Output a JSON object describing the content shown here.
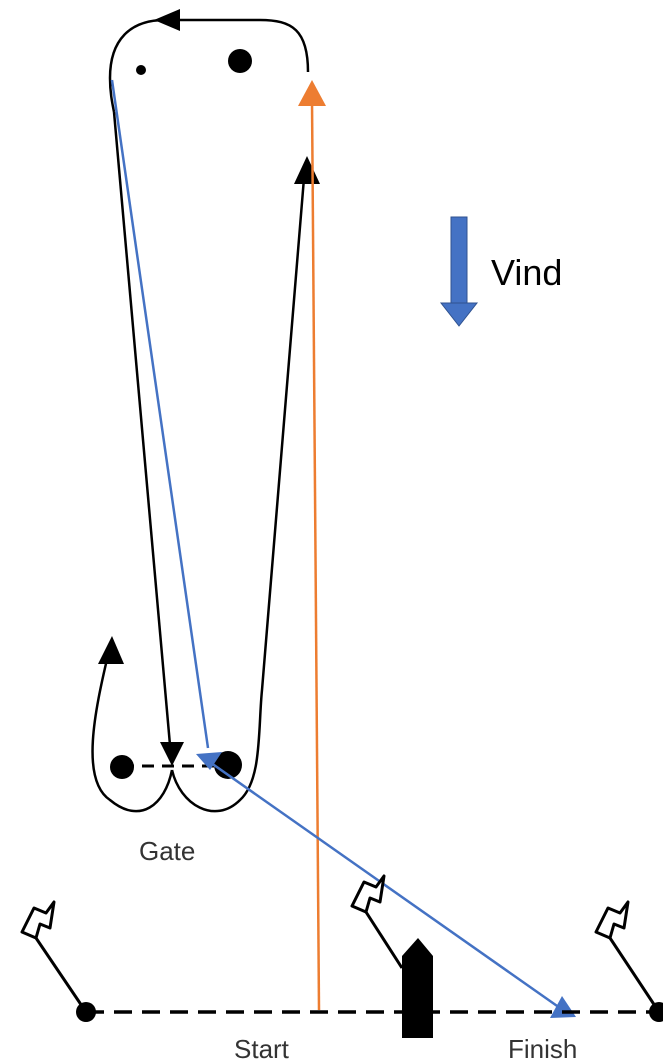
{
  "labels": {
    "wind": "Vind",
    "gate": "Gate",
    "start": "Start",
    "finish": "Finish"
  },
  "colors": {
    "course_line": "#000000",
    "orange_route": "#ED7D31",
    "blue_route": "#4472C4",
    "wind_arrow": "#4472C4",
    "background": "#FFFFFF"
  },
  "icons": [
    "flag-icon",
    "committee-boat-icon",
    "buoy-mark-icon"
  ]
}
